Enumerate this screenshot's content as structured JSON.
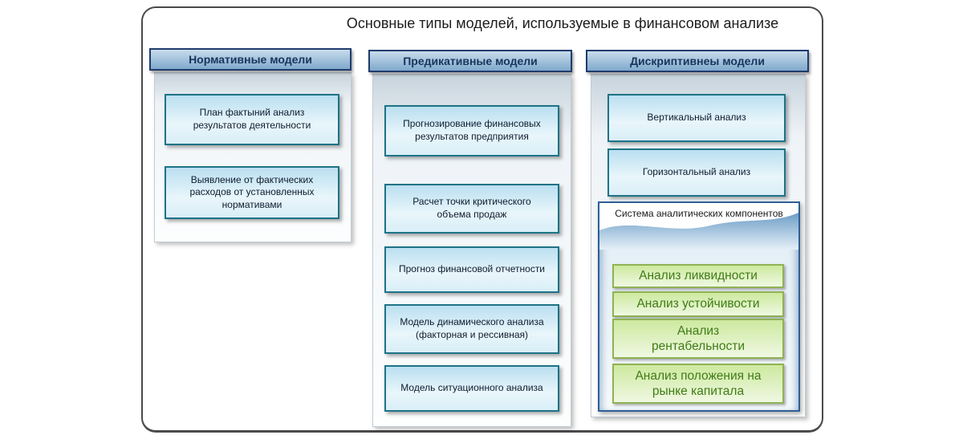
{
  "title": "Основные типы моделей, используемые в финансовом анализе",
  "columns": [
    {
      "header": "Нормативные модели",
      "items": [
        "План фактыний анализ\nрезультатов деятельности",
        "Выявление от фактических\nрасходов от установленных\nнормативами"
      ]
    },
    {
      "header": "Предикативные модели",
      "items": [
        "Прогнозирование финансовых\nрезультатов предприятия",
        "Расчет точки критического\nобъема продаж",
        "Прогноз финансовой отчетности",
        "Модель динамического анализа\n(факторная и рессивная)",
        "Модель ситуационного анализа"
      ]
    },
    {
      "header": "Дискриптивнеы модели",
      "items": [
        "Вертикальный анализ",
        "Горизонтальный анализ"
      ],
      "subpanel": {
        "header": "Система аналитических компонентов",
        "items": [
          "Анализ ликвидности",
          "Анализ устойчивости",
          "Анализ\nрентабельности",
          "Анализ положения на\nрынке капитала"
        ]
      }
    }
  ],
  "colors": {
    "frame-border": "#4a4a4a",
    "header-text": "#17365d",
    "header-border": "#1f3c6d",
    "header-grad-top": "#c9dcec",
    "header-grad-bottom": "#7fa8cc",
    "panel-grad-top": "#c7d3dc",
    "panel-grad-bottom": "#fdfefe",
    "box-border": "#1d7386",
    "box-grad-top": "#badff0",
    "box-grad-bottom": "#e9f6fb",
    "box-text": "#0e1c30",
    "subpanel-border": "#2e5f96",
    "green-border": "#8fb254",
    "green-grad-top": "#cde99f",
    "green-grad-bottom": "#eff8e2",
    "green-text": "#3f7c15",
    "wave-blue": "#6d9dc7"
  }
}
